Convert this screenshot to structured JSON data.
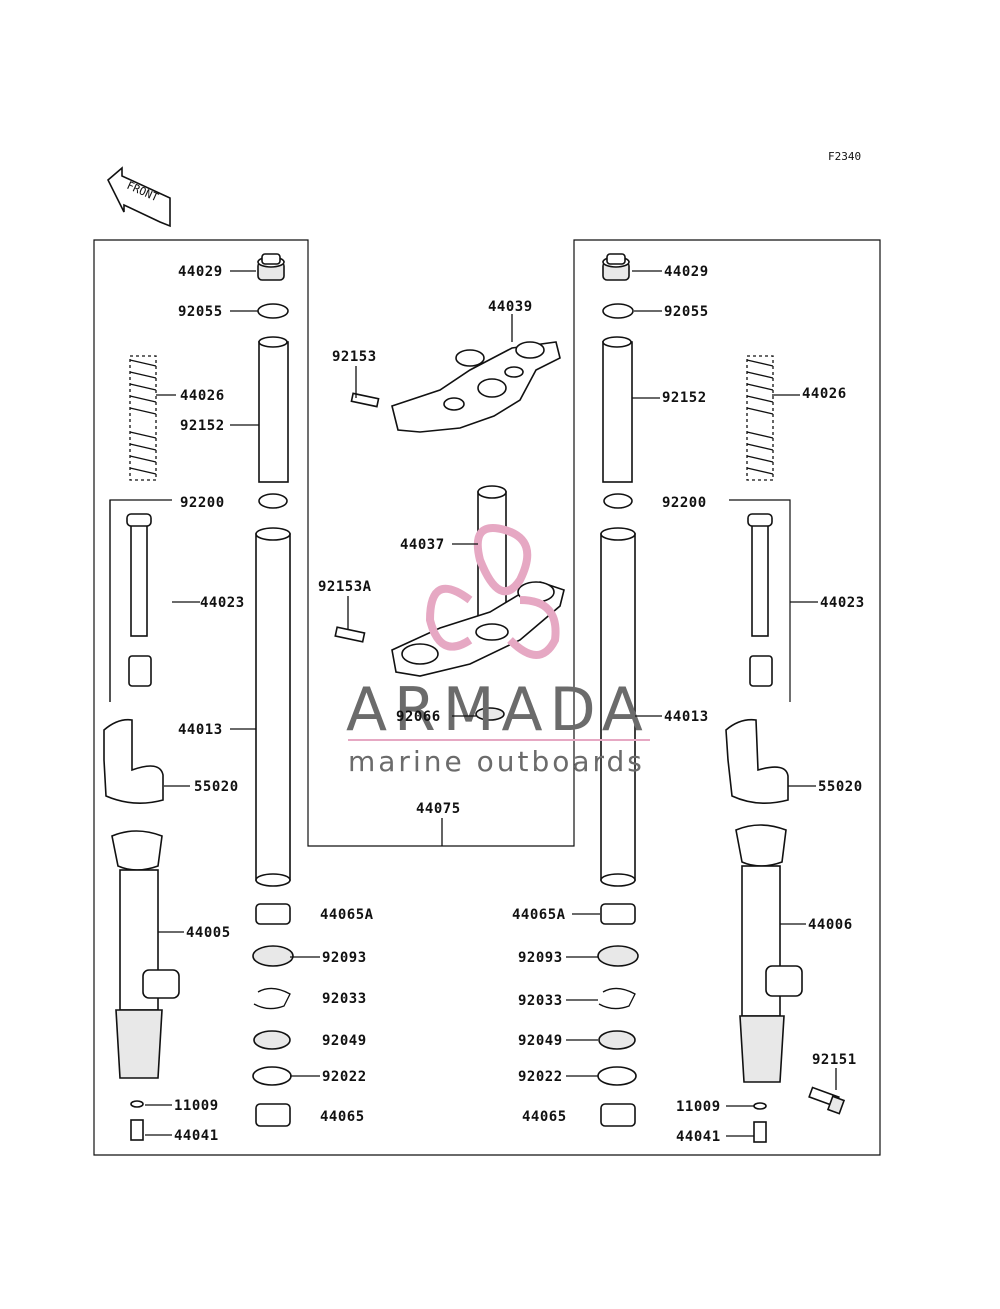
{
  "figure_code": "F2340",
  "front_label": "FRONT",
  "watermark": {
    "brand": "ARMADA",
    "tagline": "marine outboards",
    "accent_color": "#e6a8c3",
    "text_color": "#6b6b6b"
  },
  "parts": {
    "left": {
      "cap": "44029",
      "oring": "92055",
      "spring": "44026",
      "pipe": "92152",
      "washer": "92200",
      "cylinder": "44023",
      "inner_tube": "44013",
      "guard": "55020",
      "outer_tube": "44005",
      "bushing_a": "44065A",
      "oil_seal": "92093",
      "circlip": "92033",
      "dust_seal": "92049",
      "washer2": "92022",
      "bushing": "44065",
      "gasket": "11009",
      "bolt": "44041"
    },
    "right": {
      "cap": "44029",
      "oring": "92055",
      "spring": "44026",
      "pipe": "92152",
      "washer": "92200",
      "cylinder": "44023",
      "inner_tube": "44013",
      "guard": "55020",
      "outer_tube": "44006",
      "bushing_a": "44065A",
      "oil_seal": "92093",
      "circlip": "92033",
      "dust_seal": "92049",
      "washer2": "92022",
      "bushing": "44065",
      "gasket": "11009",
      "bolt": "44041",
      "axle_bolt": "92151"
    },
    "center": {
      "upper_bracket": "44039",
      "upper_bolt": "92153",
      "stem": "44037",
      "lower_bolt": "92153A",
      "nut": "92066",
      "fork_assembly": "44075"
    }
  }
}
